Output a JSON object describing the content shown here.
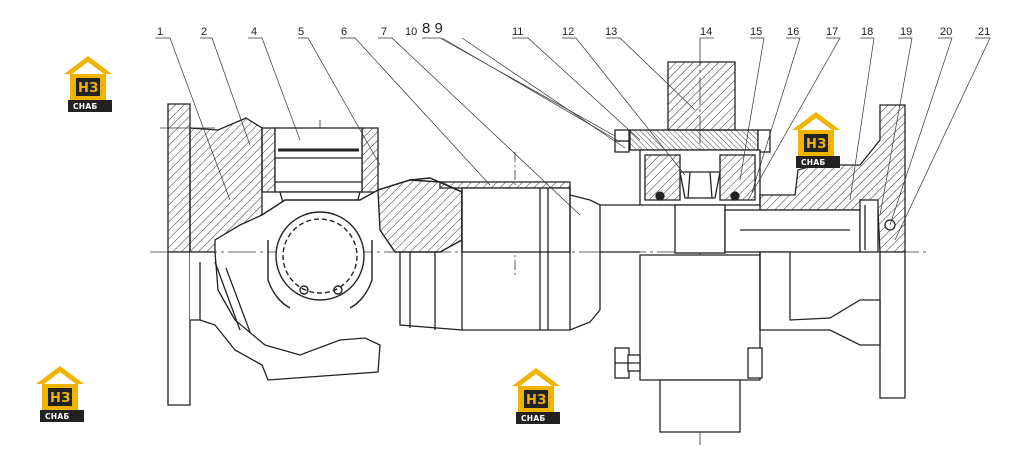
{
  "callouts": [
    {
      "id": "1",
      "label": "1"
    },
    {
      "id": "2",
      "label": "2"
    },
    {
      "id": "4",
      "label": "4"
    },
    {
      "id": "5",
      "label": "5"
    },
    {
      "id": "6",
      "label": "6"
    },
    {
      "id": "7",
      "label": "7"
    },
    {
      "id": "10",
      "label": "10"
    },
    {
      "id": "8-9",
      "label": "8 9"
    },
    {
      "id": "11",
      "label": "11"
    },
    {
      "id": "12",
      "label": "12"
    },
    {
      "id": "13",
      "label": "13"
    },
    {
      "id": "14",
      "label": "14"
    },
    {
      "id": "15",
      "label": "15"
    },
    {
      "id": "16",
      "label": "16"
    },
    {
      "id": "17",
      "label": "17"
    },
    {
      "id": "18",
      "label": "18"
    },
    {
      "id": "19",
      "label": "19"
    },
    {
      "id": "20",
      "label": "20"
    },
    {
      "id": "21",
      "label": "21"
    }
  ],
  "watermark": {
    "logo_letters": "НЗ",
    "logo_caption": "СНАБ",
    "colors": {
      "roof": "#f0b400",
      "dark": "#222222",
      "light": "#ffffff"
    }
  }
}
